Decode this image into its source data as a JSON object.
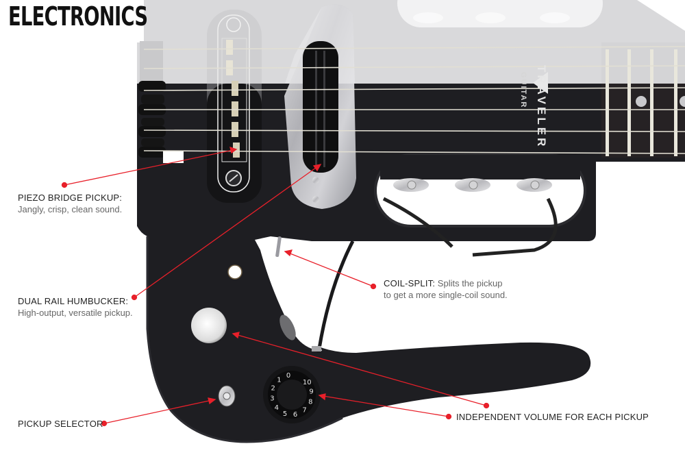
{
  "title": "ELECTRONICS",
  "colors": {
    "accent_red": "#e8202a",
    "body_black": "#1e1e22",
    "fade_gray": "#d7d7d9",
    "text_dark": "#222222",
    "text_gray": "#666666"
  },
  "branding": {
    "logo_line1": "TRAVELER",
    "logo_line2": "GUITAR"
  },
  "callouts": [
    {
      "id": "piezo",
      "head": "PIEZO BRIDGE PICKUP:",
      "desc": "Jangly, crisp, clean sound."
    },
    {
      "id": "humbucker",
      "head": "DUAL RAIL HUMBUCKER:",
      "desc": "High-output, versatile pickup."
    },
    {
      "id": "coil_split",
      "head": "COIL-SPLIT:",
      "desc_line1": "Splits the pickup",
      "desc_line2": "to get a more single-coil sound."
    },
    {
      "id": "selector",
      "head": "PICKUP SELECTOR"
    },
    {
      "id": "volume",
      "head": "INDEPENDENT VOLUME FOR EACH PICKUP"
    }
  ],
  "volume_knob": {
    "numbers": [
      "0",
      "1",
      "2",
      "3",
      "4",
      "5",
      "6",
      "7",
      "8",
      "9",
      "10"
    ]
  }
}
